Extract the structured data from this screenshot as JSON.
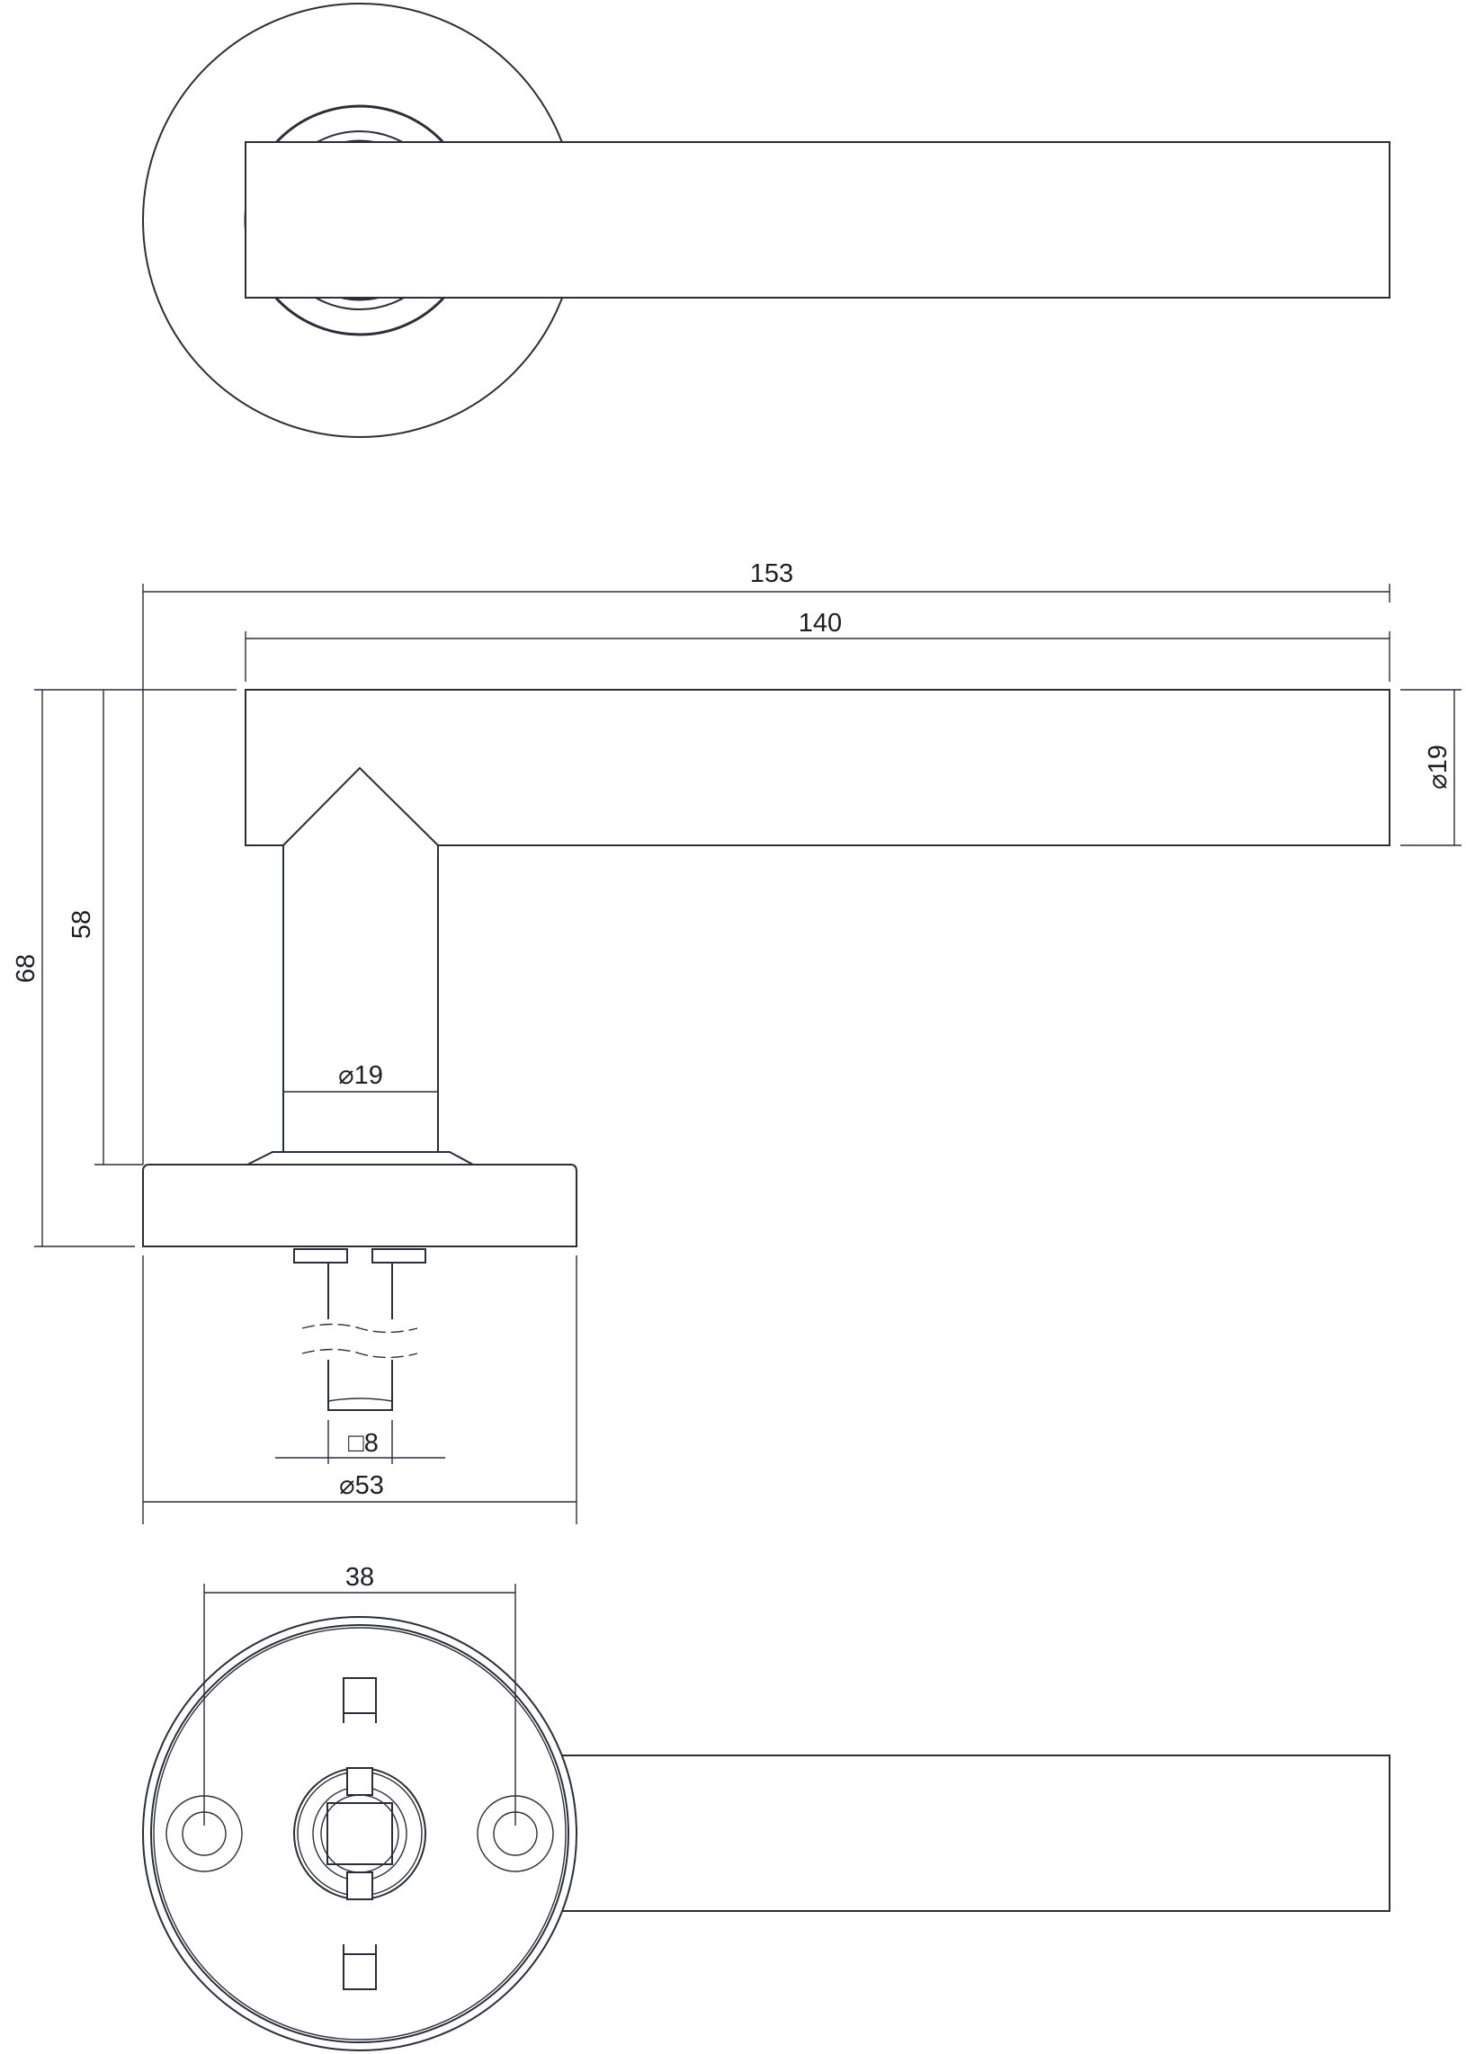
{
  "drawing": {
    "title": "Door lever handle on round rose – technical drawing",
    "views": [
      "top-view",
      "side-view",
      "rose-front-view"
    ]
  },
  "dimensions": {
    "overall_length": "153",
    "lever_length": "140",
    "lever_diameter": "⌀19",
    "neck_diameter": "⌀19",
    "height_total": "68",
    "height_to_rose": "58",
    "spindle_square": "□8",
    "rose_diameter": "⌀53",
    "screw_spacing": "38"
  },
  "colors": {
    "line": "#2a2e38",
    "background": "#ffffff"
  }
}
